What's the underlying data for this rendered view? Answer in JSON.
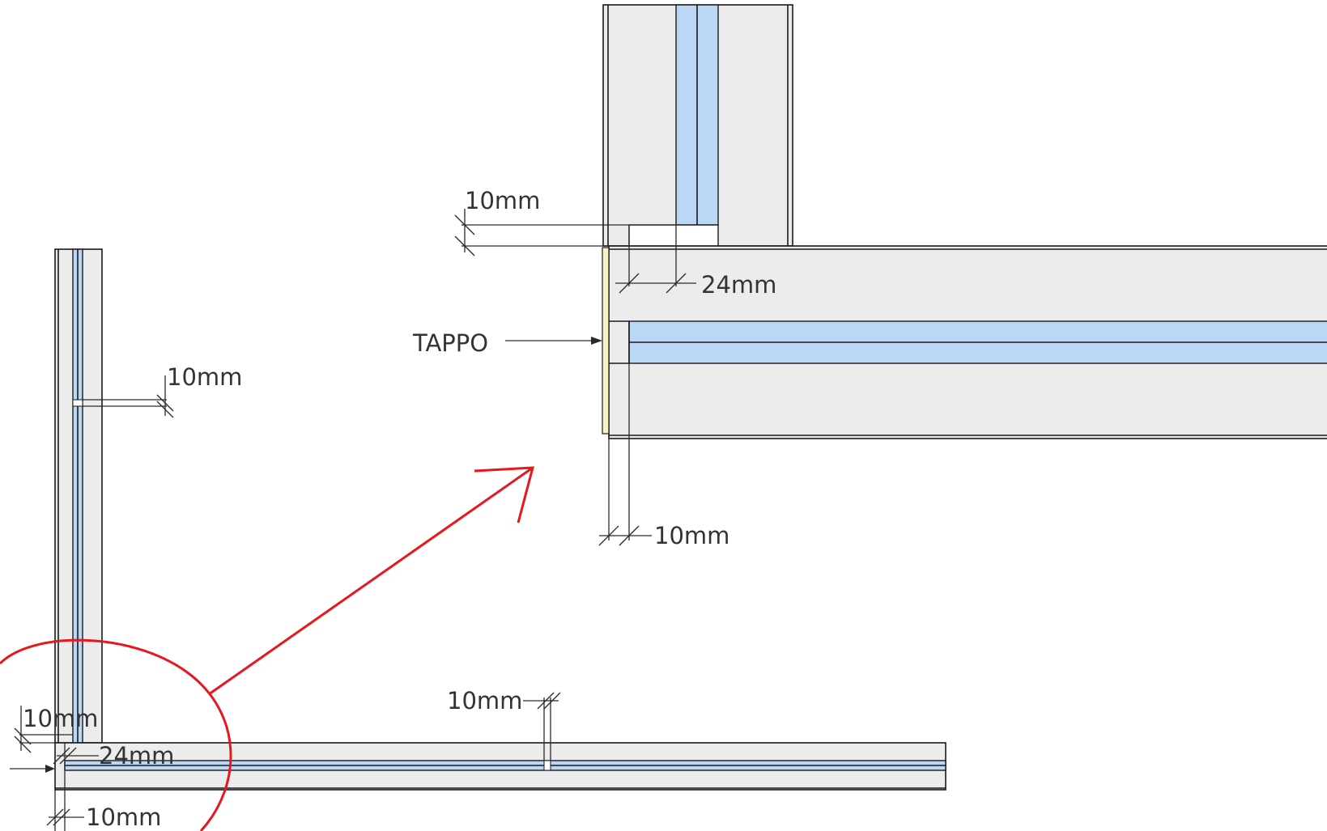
{
  "detail": {
    "dim_top": "10mm",
    "dim_right": "24mm",
    "dim_bottom": "10mm",
    "label_tappo": "TAPPO"
  },
  "overview": {
    "dim_side": "10mm",
    "dim_corner_top": "10mm",
    "dim_corner_24": "24mm",
    "dim_corner_bottom": "10mm",
    "dim_horizontal": "10mm"
  },
  "colors": {
    "panel_fill": "#ececec",
    "core_fill": "#bcd6f6",
    "tappo_fill": "#f7f3c8",
    "callout": "#e8171c",
    "line": "#1a1a1a"
  }
}
